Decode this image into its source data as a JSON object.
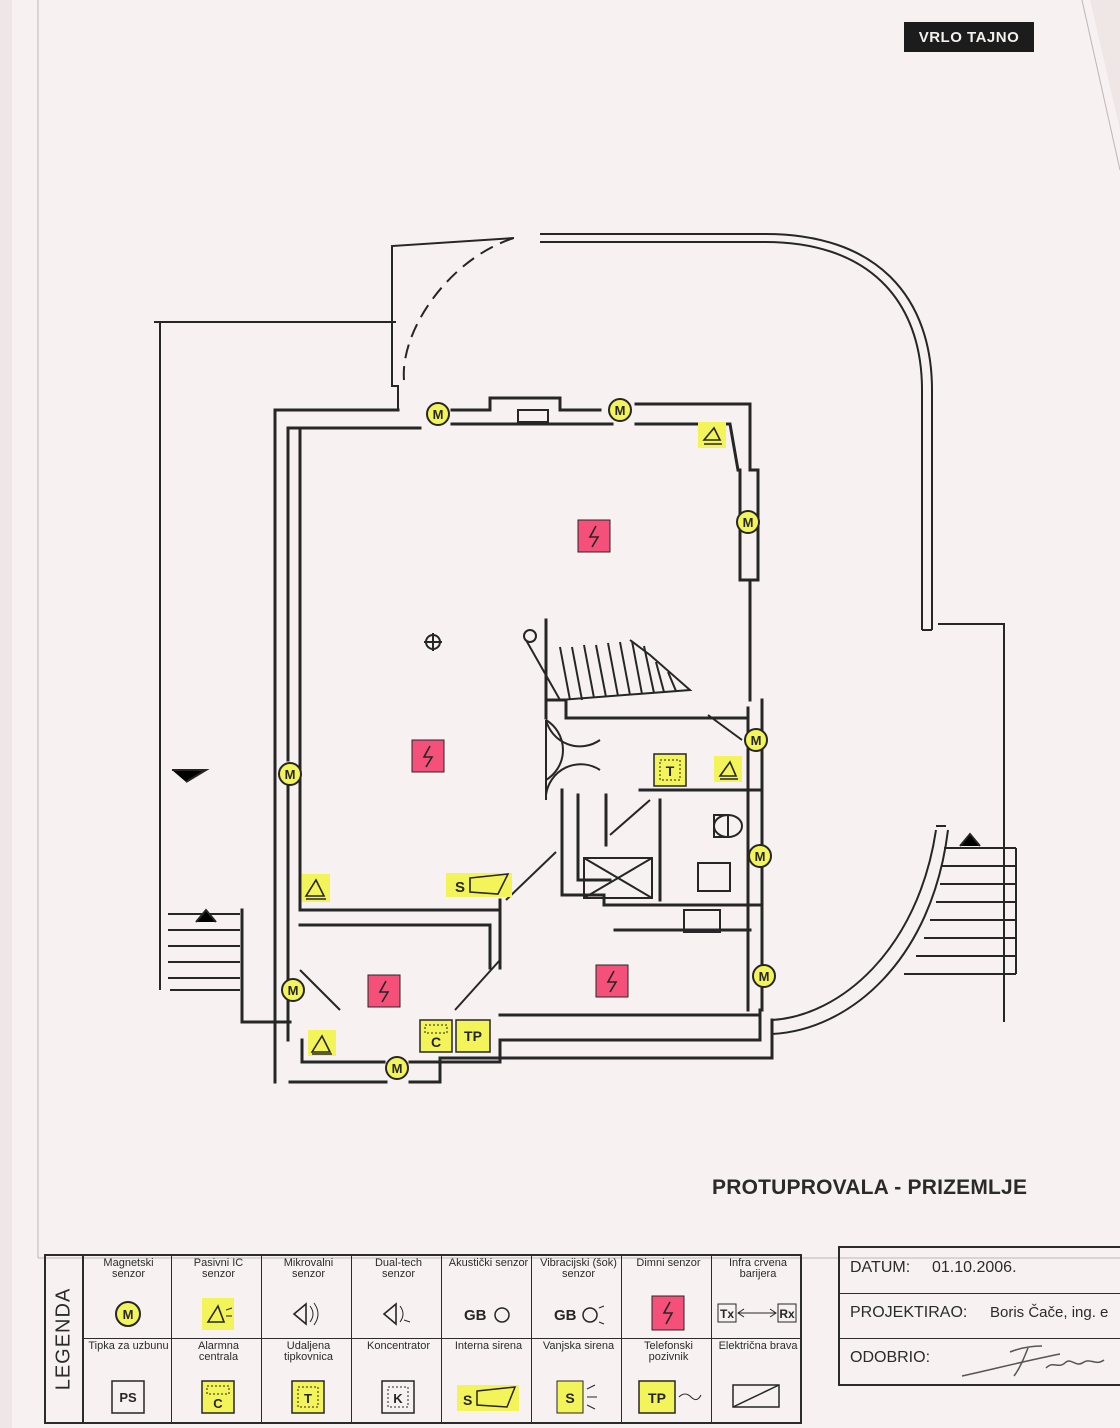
{
  "document": {
    "classification_stamp": "VRLO TAJNO",
    "title": "PROTUPROVALA - PRIZEMLJE"
  },
  "plan_symbols": {
    "magnetic": "M",
    "alarm_central": "C",
    "keypad": "T",
    "phone_dialer": "TP",
    "internal_siren": "S"
  },
  "legend": {
    "heading": "LEGENDA",
    "row1": [
      {
        "label": "Magnetski senzor",
        "symbol": "M"
      },
      {
        "label": "Pasivni IC senzor",
        "symbol": ""
      },
      {
        "label": "Mikrovalni senzor",
        "symbol": ""
      },
      {
        "label": "Dual-tech senzor",
        "symbol": ""
      },
      {
        "label": "Akustički senzor",
        "symbol": "GB"
      },
      {
        "label": "Vibracijski (šok) senzor",
        "symbol": "GB"
      },
      {
        "label": "Dimni senzor",
        "symbol": ""
      },
      {
        "label": "Infra crvena barijera",
        "symbol_tx": "Tx",
        "symbol_rx": "Rx"
      }
    ],
    "row2": [
      {
        "label": "Tipka za uzbunu",
        "symbol": "PS"
      },
      {
        "label": "Alarmna centrala",
        "symbol": "C"
      },
      {
        "label": "Udaljena tipkovnica",
        "symbol": "T"
      },
      {
        "label": "Koncentrator",
        "symbol": "K"
      },
      {
        "label": "Interna sirena",
        "symbol": "S"
      },
      {
        "label": "Vanjska sirena",
        "symbol": "S"
      },
      {
        "label": "Telefonski pozivnik",
        "symbol": "TP"
      },
      {
        "label": "Električna brava",
        "symbol": ""
      }
    ]
  },
  "info": {
    "date_label": "DATUM:",
    "date_value": "01.10.2006.",
    "designer_label": "PROJEKTIRAO:",
    "designer_value": "Boris Čače, ing. e",
    "approved_label": "ODOBRIO:"
  },
  "colors": {
    "sensor_yellow": "#f3f35a",
    "smoke_red": "#f4507a",
    "ink": "#262626"
  }
}
